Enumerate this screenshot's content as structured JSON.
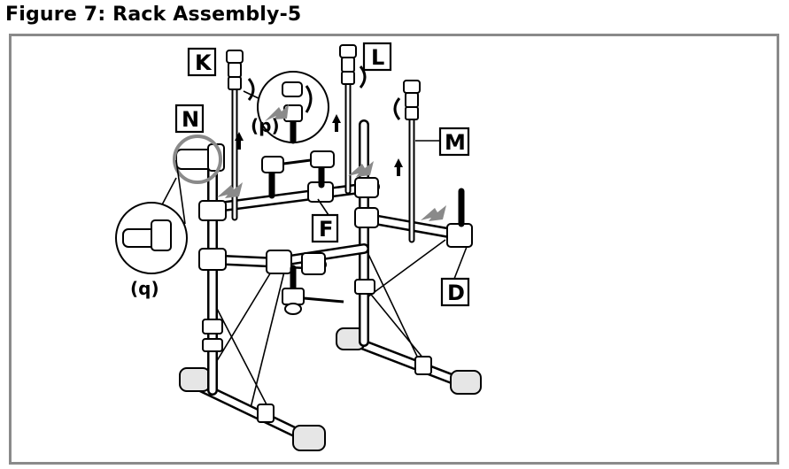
{
  "title": "Figure 7: Rack Assembly-5",
  "colors": {
    "frame": "#8a8a8a",
    "arrow_gray": "#8a8a8a",
    "ink": "#000000",
    "foot_fill": "#e6e6e6"
  },
  "labels": {
    "K": "K",
    "L": "L",
    "M": "M",
    "N": "N",
    "F": "F",
    "D": "D",
    "p": "(p)",
    "q": "(q)"
  }
}
